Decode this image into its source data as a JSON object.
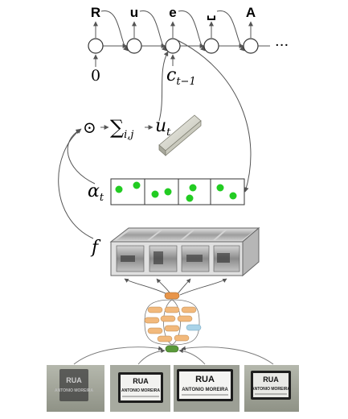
{
  "rnn": {
    "outputs": [
      "R",
      "u",
      "e",
      "␣",
      "A"
    ],
    "ellipsis": "···",
    "initial_state": "0",
    "context_label": "c",
    "context_subscript": "t−1"
  },
  "attention": {
    "odot": "⊙",
    "sum_symbol": "∑",
    "sum_subscript": "i,j",
    "u_label": "u",
    "u_subscript": "t",
    "alpha_label": "α",
    "alpha_subscript": "t",
    "f_label": "f"
  },
  "plates": [
    {
      "line1": "RUA",
      "line2": "ANTONIO MOREIRA"
    },
    {
      "line1": "RUA",
      "line2": "ANTONIO MOREIRA"
    },
    {
      "line1": "RUA",
      "line2": "ANTONIO MOREIRA"
    },
    {
      "line1": "RUA",
      "line2": "ANTONIO MOREIRA"
    }
  ],
  "colors": {
    "attention_dot": "#22cc22",
    "cnn_orange": "#f2b97c",
    "cnn_top": "#e8954a",
    "cnn_blue": "#a9d3e8",
    "cnn_green": "#5a9a3a",
    "arrow": "#666666"
  }
}
